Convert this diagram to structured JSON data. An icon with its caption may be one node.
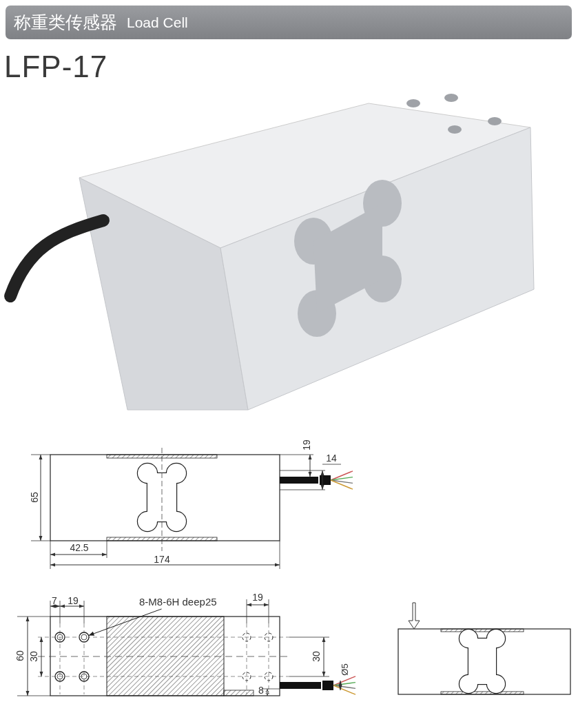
{
  "diagram": {
    "title": "称重类传感器",
    "nodes": [
      {
        "text": [
          "8-M8-6H deep25"
        ]
      },
      {
        "text": [],
        "shape": "circle"
      }
    ],
    "edges": [
      {
        "from": 0,
        "to": 1,
        "arrow": "to"
      }
    ],
    "labels": [
      "Load Cell",
      "LFP-17",
      "19",
      "14",
      "65",
      "42.5",
      "174",
      "7",
      "19",
      "19",
      "60",
      "30",
      "30",
      "Ø5",
      "8"
    ]
  }
}
